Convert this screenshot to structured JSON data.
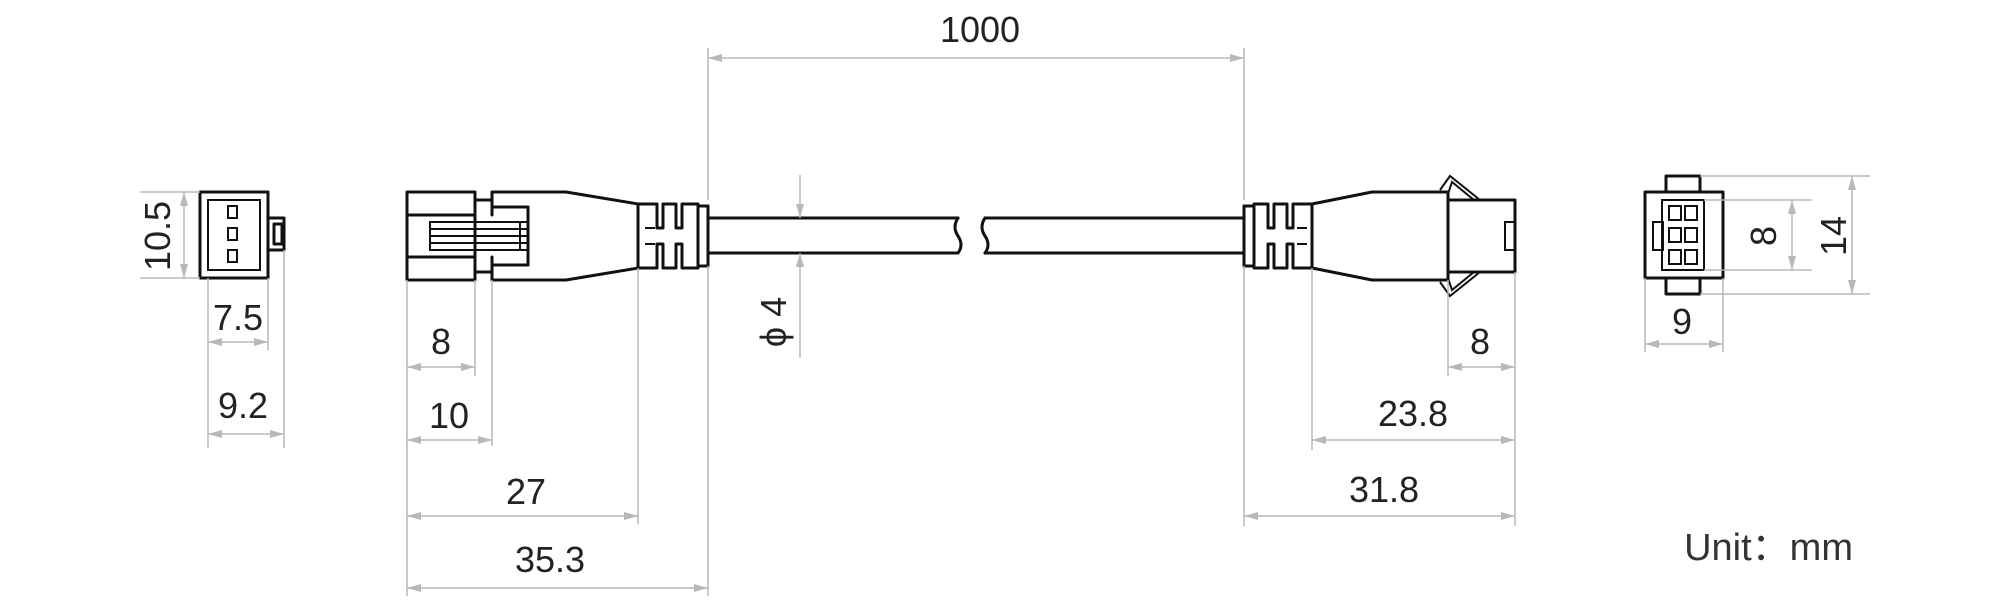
{
  "dimensions": {
    "cable_length": "1000",
    "cable_diameter": "ϕ 4",
    "left_end_height": "10.5",
    "left_end_inner_width": "7.5",
    "left_end_outer_width": "9.2",
    "left_plug_8": "8",
    "left_plug_10": "10",
    "left_plug_27": "27",
    "left_plug_35_3": "35.3",
    "right_plug_8": "8",
    "right_plug_23_8": "23.8",
    "right_plug_31_8": "31.8",
    "right_end_inner_height": "8",
    "right_end_outer_height": "14",
    "right_end_width": "9"
  },
  "unit_label": "Unit：mm",
  "colors": {
    "outline": "#111111",
    "dimension_line": "#b8b8b8",
    "text": "#222222"
  }
}
